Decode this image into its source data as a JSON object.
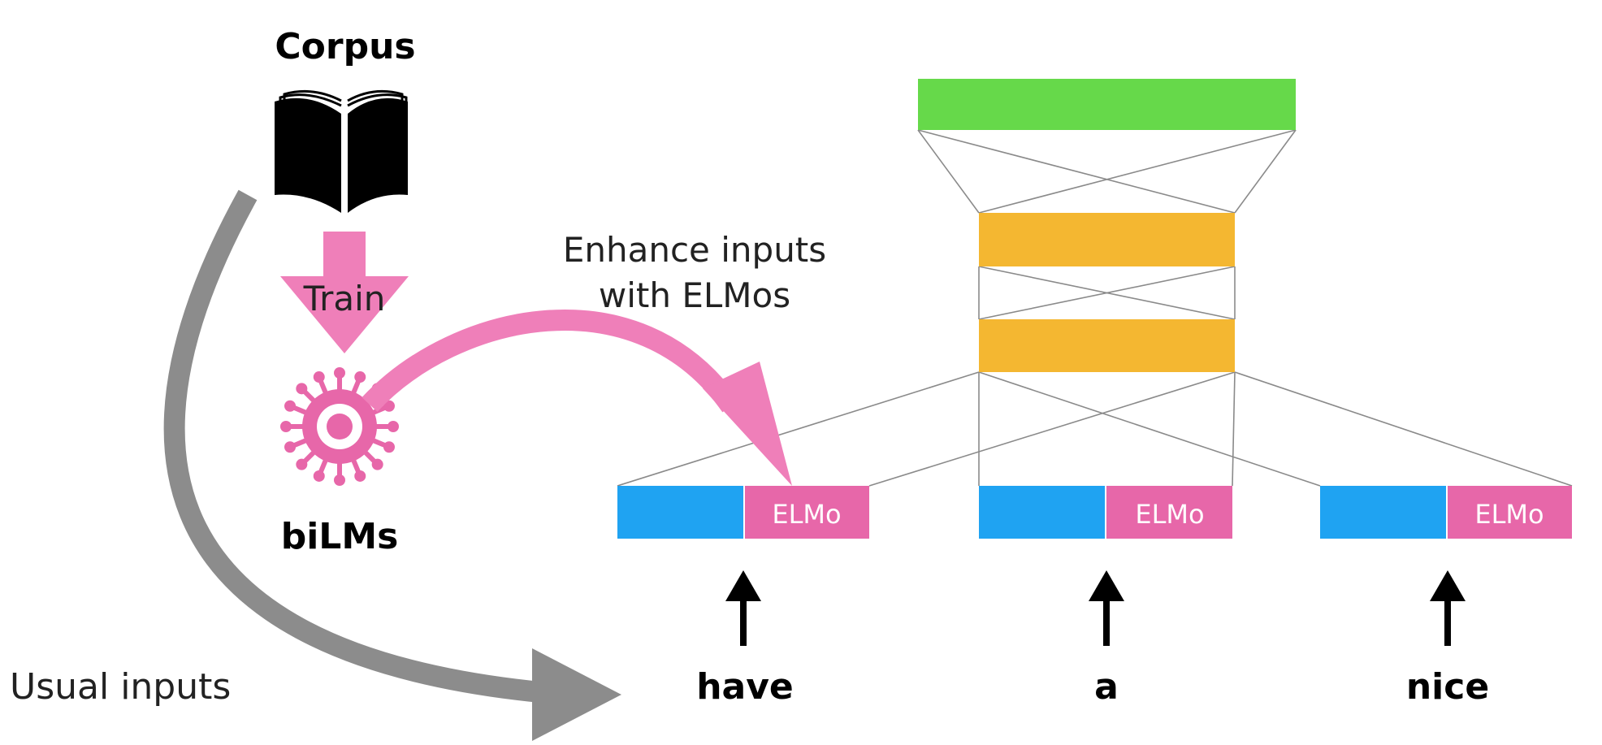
{
  "labels": {
    "corpus": "Corpus",
    "train": "Train",
    "bilms": "biLMs",
    "enhance_line1": "Enhance inputs",
    "enhance_line2": "with ELMos",
    "usual_inputs": "Usual inputs"
  },
  "tokens": [
    {
      "word": "have",
      "elmo": "ELMo"
    },
    {
      "word": "a",
      "elmo": "ELMo"
    },
    {
      "word": "nice",
      "elmo": "ELMo"
    }
  ],
  "colors": {
    "output_layer": "#66d94a",
    "hidden_layer": "#f4b731",
    "embedding": "#1fa3f2",
    "elmo": "#e767a9",
    "pink_arrow": "#ef7fb9",
    "gray_arrow": "#8c8c8c",
    "connector": "#8a8a8a"
  },
  "icons": {
    "corpus": "book-icon",
    "bilms": "virus-icon"
  }
}
